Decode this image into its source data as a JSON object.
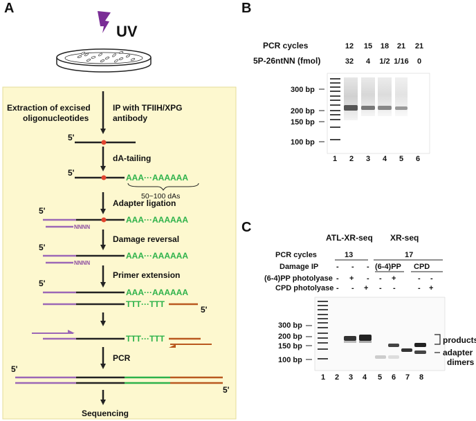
{
  "panels": {
    "a": "A",
    "b": "B",
    "c": "C"
  },
  "colors": {
    "box_bg": "#fdf8cf",
    "uv_bolt": "#7a2d96",
    "adapter_purple": "#9b67b6",
    "dA_green": "#2db24a",
    "adapter_brown": "#b9581f",
    "lesion_red": "#e2452f",
    "gel_bg": "#ffffff"
  },
  "panel_a": {
    "uv": "UV",
    "left_label_1": "Extraction of excised",
    "left_label_2": "oligonucleotides",
    "ip_label_1": "IP with TFIIH/XPG",
    "ip_label_2": "antibody",
    "five_prime": "5'",
    "steps": {
      "da_tailing": "dA-tailing",
      "adapter_ligation": "Adapter ligation",
      "damage_reversal": "Damage reversal",
      "primer_extension": "Primer extension",
      "pcr": "PCR",
      "sequencing": "Sequencing"
    },
    "poly_a": "AAA···AAAAAA",
    "poly_t": "TTT···TTT",
    "da_range": "50~100 dAs",
    "nnnn": "NNNN"
  },
  "panel_b": {
    "row1_label": "PCR cycles",
    "row2_label": "5P-26ntNN (fmol)",
    "cycles": [
      "12",
      "15",
      "18",
      "21",
      "21"
    ],
    "fmol": [
      "32",
      "4",
      "1/2",
      "1/16",
      "0"
    ],
    "markers": [
      "300 bp",
      "200 bp",
      "150 bp",
      "100 bp"
    ],
    "lanes": [
      "1",
      "2",
      "3",
      "4",
      "5",
      "6"
    ]
  },
  "panel_c": {
    "group1": "ATL-XR-seq",
    "group2": "XR-seq",
    "row_cycles": "PCR cycles",
    "row_ip": "Damage IP",
    "row_64": "(6-4)PP  photolyase",
    "row_cpd": "CPD  photolyase",
    "cycles_1": "13",
    "cycles_2": "17",
    "ip_64": "(6-4)PP",
    "ip_cpd": "CPD",
    "ip_dash": [
      "-",
      "-",
      "-"
    ],
    "pl64": [
      "-",
      "+",
      "-",
      "-",
      "+",
      "-",
      "-"
    ],
    "plcpd": [
      "-",
      "-",
      "+",
      "-",
      "-",
      "-",
      "+"
    ],
    "markers": [
      "300 bp",
      "200 bp",
      "150 bp",
      "100 bp"
    ],
    "lanes": [
      "1",
      "2",
      "3",
      "4",
      "5",
      "6",
      "7",
      "8"
    ],
    "products": "products",
    "adapter_dimers_1": "adapter",
    "adapter_dimers_2": "dimers"
  }
}
